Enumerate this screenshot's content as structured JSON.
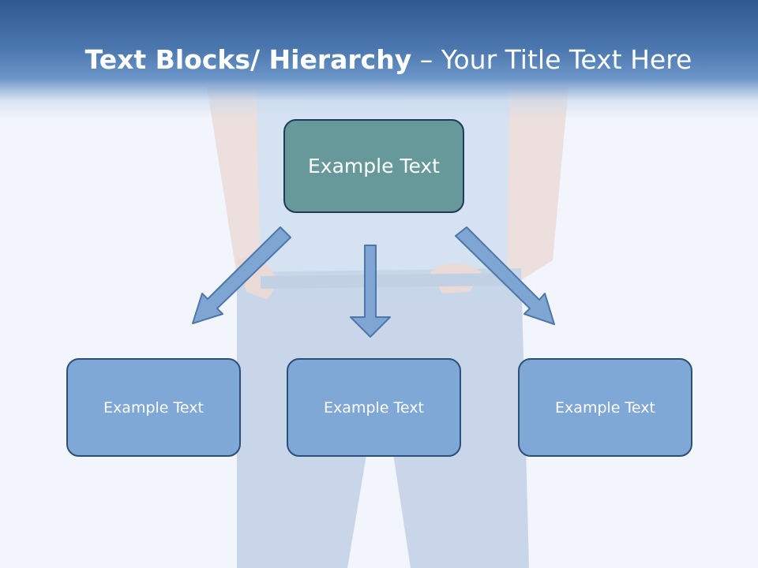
{
  "title": {
    "bold": "Text Blocks/ Hierarchy",
    "regular": "– Your Title Text Here"
  },
  "top_box": {
    "label": "Example Text"
  },
  "child_boxes": [
    {
      "label": "Example Text"
    },
    {
      "label": "Example Text"
    },
    {
      "label": "Example Text"
    }
  ],
  "colors": {
    "header": "#4a76ae",
    "top_box_fill": "#67989a",
    "child_box_fill": "#7fa8d6",
    "arrow_fill": "#7fa6d2",
    "box_border": "#2c4f78"
  }
}
